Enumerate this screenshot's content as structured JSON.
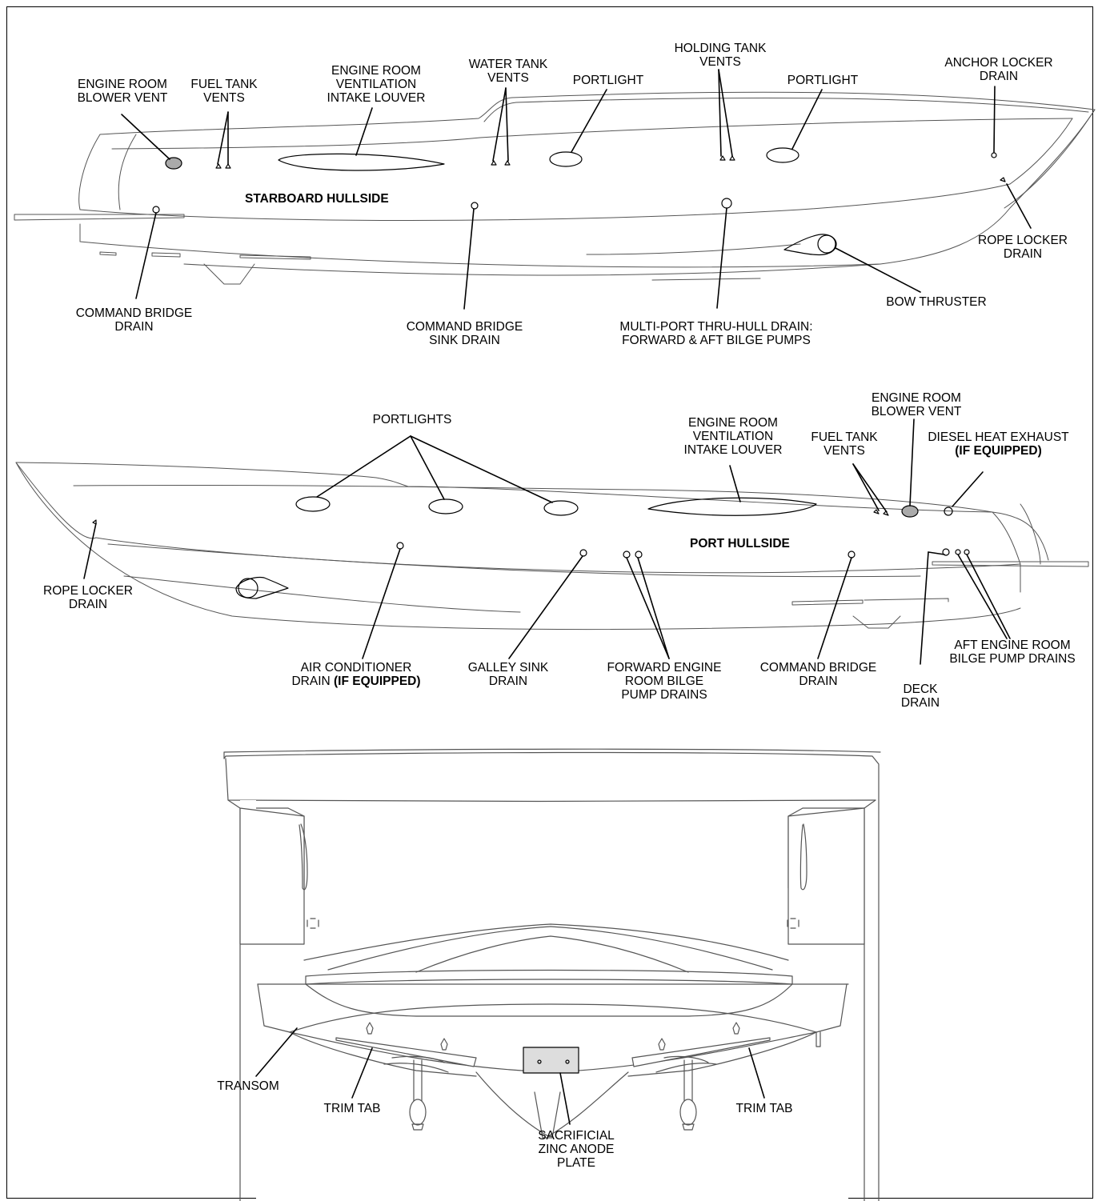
{
  "starboard": {
    "title": "STARBOARD HULLSIDE",
    "labels": {
      "blower_vent": [
        "ENGINE ROOM",
        "BLOWER VENT"
      ],
      "fuel_vents": [
        "FUEL TANK",
        "VENTS"
      ],
      "louver": [
        "ENGINE ROOM",
        "VENTILATION",
        "INTAKE LOUVER"
      ],
      "water_vents": [
        "WATER TANK",
        "VENTS"
      ],
      "portlight_1": "PORTLIGHT",
      "holding_vents": [
        "HOLDING TANK",
        "VENTS"
      ],
      "portlight_2": "PORTLIGHT",
      "anchor_drain": [
        "ANCHOR LOCKER",
        "DRAIN"
      ],
      "rope_drain": [
        "ROPE LOCKER",
        "DRAIN"
      ],
      "bow_thruster": "BOW THRUSTER",
      "bridge_drain": [
        "COMMAND BRIDGE",
        "DRAIN"
      ],
      "sink_drain": [
        "COMMAND BRIDGE",
        "SINK DRAIN"
      ],
      "multiport": [
        "MULTI-PORT THRU-HULL DRAIN:",
        "FORWARD & AFT BILGE PUMPS"
      ]
    }
  },
  "port": {
    "title": "PORT HULLSIDE",
    "labels": {
      "portlights": "PORTLIGHTS",
      "louver": [
        "ENGINE ROOM",
        "VENTILATION",
        "INTAKE LOUVER"
      ],
      "fuel_vents": [
        "FUEL TANK",
        "VENTS"
      ],
      "blower_vent": [
        "ENGINE ROOM",
        "BLOWER VENT"
      ],
      "diesel_exhaust": "DIESEL HEAT EXHAUST",
      "if_equipped_1": "(IF EQUIPPED)",
      "rope_drain": [
        "ROPE LOCKER",
        "DRAIN"
      ],
      "ac_drain_1": "AIR CONDITIONER",
      "ac_drain_2": "DRAIN",
      "if_equipped_2": "(IF EQUIPPED)",
      "galley_drain": [
        "GALLEY SINK",
        "DRAIN"
      ],
      "fwd_bilge": [
        "FORWARD ENGINE",
        "ROOM BILGE",
        "PUMP DRAINS"
      ],
      "bridge_drain": [
        "COMMAND BRIDGE",
        "DRAIN"
      ],
      "deck_drain": [
        "DECK",
        "DRAIN"
      ],
      "aft_bilge": [
        "AFT ENGINE ROOM",
        "BILGE PUMP DRAINS"
      ]
    }
  },
  "stern": {
    "transom": "TRANSOM",
    "trim_tab_left": "TRIM TAB",
    "trim_tab_right": "TRIM TAB",
    "zinc": [
      "SACRIFICIAL",
      "ZINC ANODE",
      "PLATE"
    ]
  },
  "colors": {
    "line": "#000000",
    "hull": "#555555",
    "fill_gray": "#aaaaaa"
  }
}
